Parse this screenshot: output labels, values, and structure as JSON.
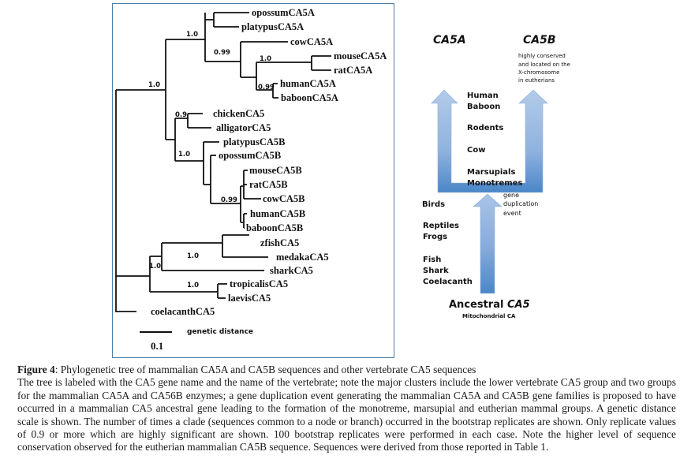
{
  "tree": {
    "leaves": {
      "opossumCA5A": "opossumCA5A",
      "platypusCA5A": "platypusCA5A",
      "cowCA5A": "cowCA5A",
      "mouseCA5A": "mouseCA5A",
      "ratCA5A": "ratCA5A",
      "humanCA5A": "humanCA5A",
      "baboonCA5A": "baboonCA5A",
      "chickenCA5": "chickenCA5",
      "alligatorCA5": "alligatorCA5",
      "platypusCA5B": "platypusCA5B",
      "opossumCA5B": "opossumCA5B",
      "mouseCA5B": "mouseCA5B",
      "ratCA5B": "ratCA5B",
      "cowCA5B": "cowCA5B",
      "humanCA5B": "humanCA5B",
      "baboonCA5B": "baboonCA5B",
      "zfishCA5": "zfishCA5",
      "medakaCA5": "medakaCA5",
      "sharkCA5": "sharkCA5",
      "tropicalisCA5": "tropicalisCA5",
      "laevisCA5": "laevisCA5",
      "coelacanthCA5": "coelacanthCA5"
    },
    "bootstrap": {
      "root_upper": "1.0",
      "ca5a_clade": "1.0",
      "eutherian_a": "0.99",
      "rodent_a": "1.0",
      "primate_a": "0.99",
      "bird_reptile": "0.9",
      "ca5b_clade": "1.0",
      "eutherian_b": "0.99",
      "fish": "1.0",
      "lower_vert": "1.0",
      "frog": "1.0"
    },
    "scale": {
      "label": "genetic distance",
      "value": "0.1"
    }
  },
  "scheme": {
    "ca5a_title": "CA5A",
    "ca5b_title": "CA5B",
    "ca5b_note": [
      "highly conserved",
      "and located on the",
      "X-chromosome",
      "in eutherians"
    ],
    "mammal_groups": [
      "Human",
      "Baboon",
      "Rodents",
      "Cow",
      "Marsupials",
      "Monotremes"
    ],
    "duplication_note": [
      "gene",
      "duplication",
      "event"
    ],
    "lower_groups": [
      "Birds",
      "Reptiles",
      "Frogs",
      "Fish",
      "Shark",
      "Coelacanth"
    ],
    "ancestral_prefix": "Ancestral ",
    "ancestral_gene": "CA5",
    "ancestral_sub": "Mitochondrial CA",
    "arrow_color_light": "#a9c4e6",
    "arrow_color_dark": "#4a86c8"
  },
  "caption": {
    "lead": "Figure 4",
    "title": ": Phylogenetic tree of mammalian CA5A and CA5B sequences and other vertebrate CA5 sequences",
    "body": "The tree is labeled with the CA5 gene name and the name of the vertebrate; note the major clusters include the lower vertebrate CA5 group and two groups for the mammalian CA5A and CA56B enzymes; a gene duplication event generating the mammalian CA5A and CA5B gene families is proposed to have occurred in a mammalian CA5 ancestral gene leading to the formation of the monotreme, marsupial and eutherian mammal groups. A genetic distance scale is shown. The number of times a clade (sequences common to a node or branch) occurred in the bootstrap replicates are shown. Only replicate values of 0.9 or more which are highly significant are shown. 100 bootstrap replicates were performed in each case. Note the higher level of sequence conservation observed for the eutherian mammalian CA5B sequence. Sequences were derived from those reported in Table 1."
  }
}
